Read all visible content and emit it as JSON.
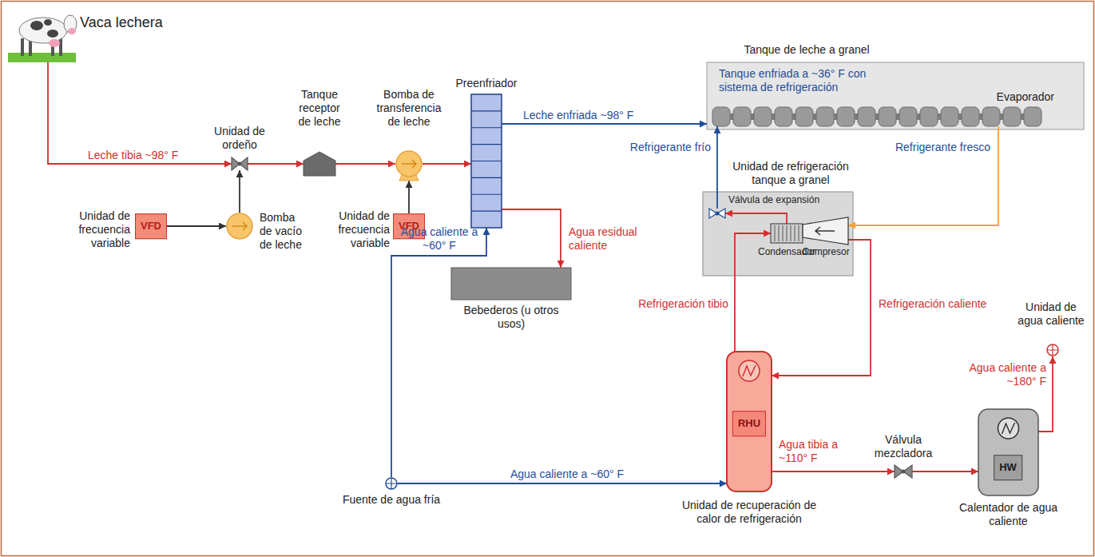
{
  "diagram": {
    "nodes": [
      {
        "text": [
          "Vaca lechera"
        ]
      },
      {
        "text": [
          "Unidad de ordeño"
        ]
      },
      {
        "text": [
          "Unidad de frecuencia variable",
          "VFD"
        ]
      },
      {
        "text": [
          "Bomba de vacío de leche"
        ]
      },
      {
        "text": [
          "Tanque receptor de leche"
        ]
      },
      {
        "text": [
          "Bomba de transferencia de leche"
        ]
      },
      {
        "text": [
          "Unidad de frecuencia variable",
          "VFD"
        ]
      },
      {
        "text": [
          "Preenfriador"
        ]
      },
      {
        "text": [
          "Tanque de leche a granel",
          "Tanque enfriada a ~36° F con sistema de refrigeración"
        ]
      },
      {
        "text": [
          "Evaporador"
        ],
        "in": 8
      },
      {
        "text": [
          "Unidad de refrigeración tanque a granel"
        ]
      },
      {
        "text": [
          "Válvula de expansión"
        ],
        "in": 10
      },
      {
        "text": [
          "Condensador"
        ],
        "in": 10
      },
      {
        "text": [
          "Compresor"
        ],
        "in": 10
      },
      {
        "text": [
          "Bebederos (u otros usos)"
        ]
      },
      {
        "text": [
          "Fuente de agua fría"
        ]
      },
      {
        "text": [
          "RHU",
          "Unidad de recuperación de calor de refrigeración"
        ]
      },
      {
        "text": [
          "Válvula mezcladora"
        ]
      },
      {
        "text": [
          "HW",
          "Calentador de agua caliente"
        ]
      },
      {
        "text": [
          "Unidad de agua caliente"
        ]
      }
    ],
    "edges": [
      {
        "from": 0,
        "to": 1,
        "label": "Leche tibia ~98° F",
        "arrow": "to"
      },
      {
        "from": 2,
        "to": 3,
        "arrow": "to"
      },
      {
        "from": 3,
        "to": 1,
        "arrow": "to"
      },
      {
        "from": 1,
        "to": 4,
        "arrow": "to"
      },
      {
        "from": 4,
        "to": 5,
        "arrow": "to"
      },
      {
        "from": 6,
        "to": 5,
        "arrow": "to"
      },
      {
        "from": 5,
        "to": 7,
        "arrow": "to"
      },
      {
        "from": 7,
        "to": 8,
        "label": "Leche enfriada ~98° F",
        "arrow": "to"
      },
      {
        "from": 7,
        "to": 14,
        "label": "Agua residual caliente",
        "arrow": "to"
      },
      {
        "from": 15,
        "to": 7,
        "label": "Agua caliente a ~60° F",
        "arrow": "to"
      },
      {
        "from": 11,
        "to": 9,
        "label": "Refrigerante frío",
        "arrow": "to"
      },
      {
        "from": 9,
        "to": 13,
        "label": "Refrigerante fresco",
        "arrow": "to"
      },
      {
        "from": 13,
        "to": 16,
        "label": "Refrigeración caliente",
        "arrow": "to"
      },
      {
        "from": 16,
        "to": 12,
        "label": "Refrigeración tibio",
        "arrow": "to"
      },
      {
        "from": 12,
        "to": 11,
        "arrow": "to"
      },
      {
        "from": 15,
        "to": 16,
        "label": "Agua caliente a ~60° F",
        "arrow": "to"
      },
      {
        "from": 16,
        "to": 17,
        "label": "Agua tibia a ~110° F",
        "arrow": "to"
      },
      {
        "from": 17,
        "to": 18,
        "arrow": "to"
      },
      {
        "from": 18,
        "to": 19,
        "label": "Agua caliente a ~180° F",
        "arrow": "to"
      }
    ]
  }
}
